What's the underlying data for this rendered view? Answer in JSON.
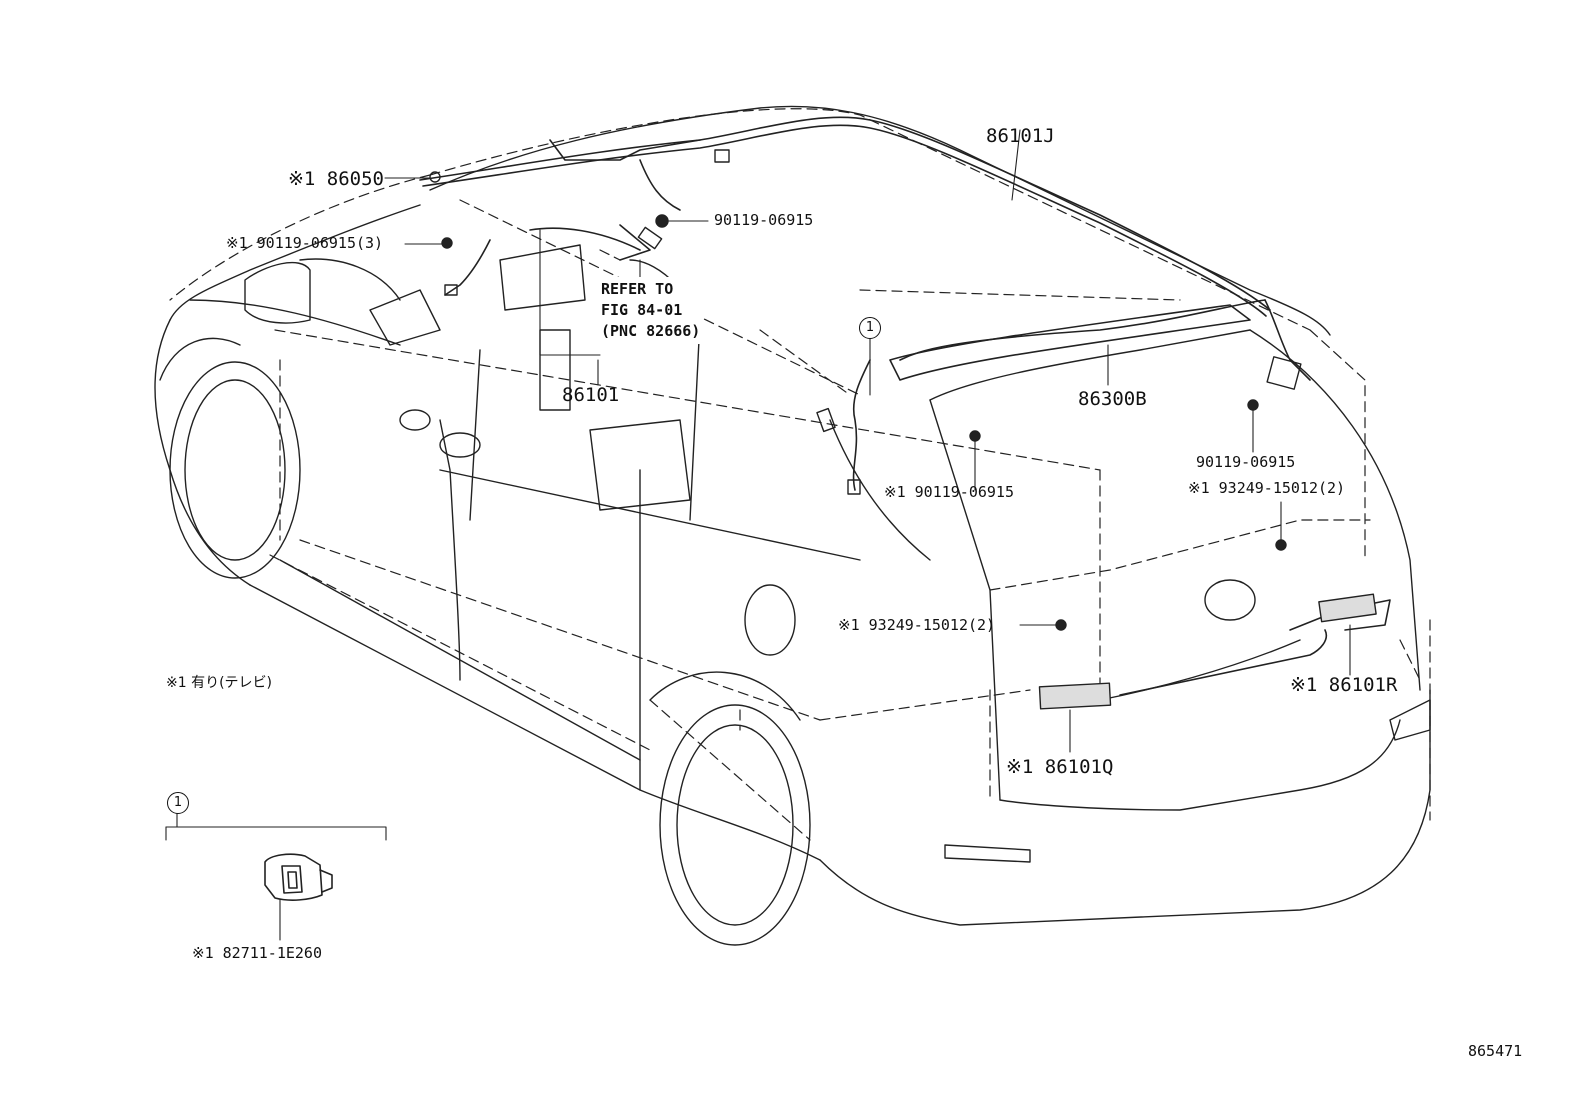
{
  "parts": {
    "antenna_cord_roof": "86101J",
    "overhead_antenna_note": "※1 86050",
    "screw_front": "※1 90119-06915(3)",
    "screw_center": "90119-06915",
    "refer_line1": "REFER TO",
    "refer_line2": "FIG 84-01",
    "refer_line3": "(PNC 82666)",
    "cord_front": "86101",
    "rear_spoiler_antenna": "86300B",
    "screw_mid": "※1 90119-06915",
    "screw_rear_right": "90119-06915",
    "clip_rear_right": "※1 93249-15012(2)",
    "clip_rear_left": "※1 93249-15012(2)",
    "cord_rear_right": "※1 86101R",
    "cord_rear_left": "※1 86101Q"
  },
  "legend": {
    "note": "※1 有り(テレビ)",
    "callout_number": "1",
    "callout_number_inset": "1",
    "inset_part": "※1 82711-1E260"
  },
  "figure_id": "865471"
}
